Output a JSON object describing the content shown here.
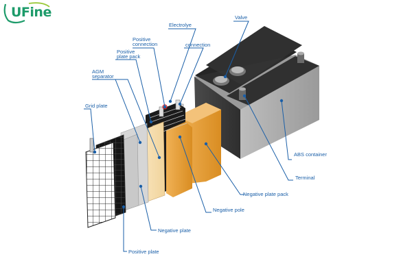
{
  "brand": {
    "name": "UFine",
    "color": "#1d9b6a"
  },
  "colors": {
    "leader": "#1a5fa8",
    "label": "#1a5fa8",
    "container": "#3b3b3b",
    "plate_orange": "#e9a23b"
  },
  "labels": {
    "electrolyte": "Electrolye",
    "valve": "Valve",
    "positive_connection_1": "Positive",
    "positive_connection_2": "connection",
    "connection": "connection",
    "positive_plate_pack_1": "Positive",
    "positive_plate_pack_2": "plate pack",
    "agm_separator_1": "AGM",
    "agm_separator_2": "separator",
    "grid_plate": "Grid plate",
    "abs_container": "ABS container",
    "terminal": "Terminal",
    "negative_plate_pack": "Negative plate pack",
    "negative_pole": "Negative pole",
    "negative_plate": "Negative plate",
    "positive_plate": "Positive plate"
  }
}
